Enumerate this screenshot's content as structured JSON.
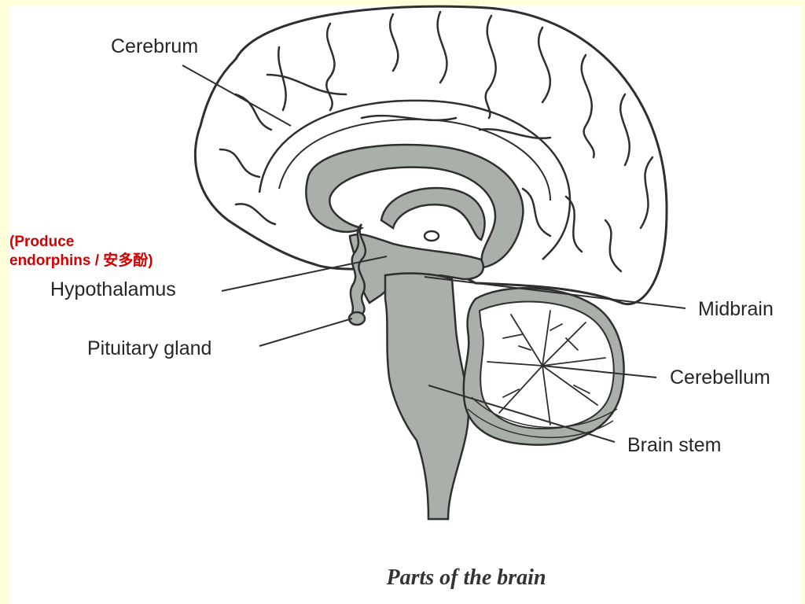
{
  "annotation": {
    "line1": "(Produce",
    "line2": "endorphins / 安多酚)",
    "color": "#d40000"
  },
  "labels": {
    "cerebrum": "Cerebrum",
    "hypothalamus": "Hypothalamus",
    "pituitary": "Pituitary gland",
    "midbrain": "Midbrain",
    "cerebellum": "Cerebellum",
    "brain_stem": "Brain stem"
  },
  "caption": "Parts of the brain",
  "colors": {
    "background": "#ffffd9",
    "panel": "#ffffff",
    "tissue": "#a9b0a9",
    "outline": "#2f2f2f"
  }
}
